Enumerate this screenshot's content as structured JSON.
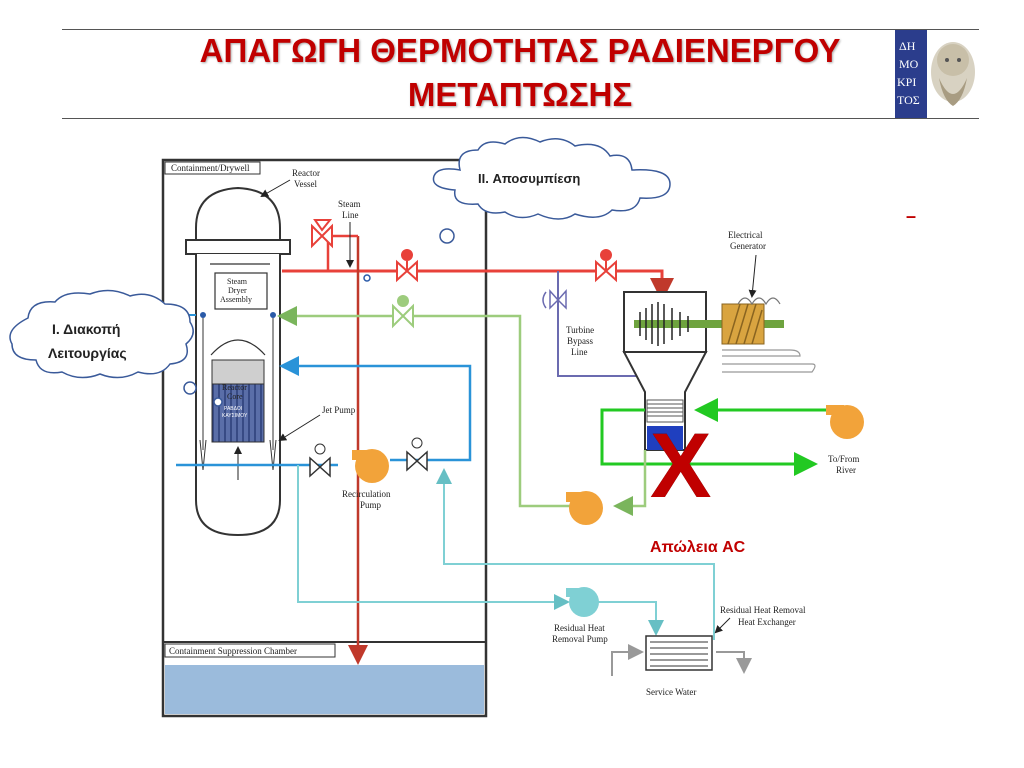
{
  "slide": {
    "title_line1": "ΑΠΑΓΩΓΗ ΘΕΡΜΟΤΗΤΑΣ ΡΑΔΙΕΝΕΡΓΟΥ",
    "title_line2": "ΜΕΤΑΠΤΩΣΗΣ",
    "dash": "–",
    "logo_text": [
      "ΔΗ",
      "ΜΟ",
      "ΚΡΙ",
      "ΤΟΣ"
    ]
  },
  "callouts": {
    "depressurization": "II. Αποσυμπίεση",
    "shutdown_line1": "Ι. Διακοπή",
    "shutdown_line2": "Λειτουργίας",
    "ac_loss": "Απώλεια  AC",
    "x_mark": "X"
  },
  "diagram": {
    "containment": "Containment/Drywell",
    "reactor_vessel": [
      "Reactor",
      "Vessel"
    ],
    "steam_line": [
      "Steam",
      "Line"
    ],
    "steam_dryer": [
      "Steam",
      "Dryer",
      "Assembly"
    ],
    "reactor_core": [
      "Reactor",
      "Core"
    ],
    "fuel_tag": [
      "ΡΑΒΔΟΙ",
      "ΚΑΥΣΙΜΟΥ"
    ],
    "jet_pump": "Jet Pump",
    "recirc_pump": [
      "Recirculation",
      "Pump"
    ],
    "turbine_bypass": [
      "Turbine",
      "Bypass",
      "Line"
    ],
    "electrical_generator": [
      "Electrical",
      "Generator"
    ],
    "to_from_river": [
      "To/From",
      "River"
    ],
    "rhr_pump": [
      "Residual Heat",
      "Removal Pump"
    ],
    "rhr_hx": [
      "Residual Heat Removal",
      "Heat Exchanger"
    ],
    "service_water": "Service Water",
    "suppression_chamber": "Containment Suppression Chamber"
  },
  "colors": {
    "title": "#c00000",
    "steam": "#e8413a",
    "feedwater": "#9dcc7d",
    "recirc": "#2a93d8",
    "rhr": "#7fd0d4",
    "bypass": "#6b6bb0",
    "cooling": "#22c922",
    "pump": "#f2a33a",
    "water": "#9bbbdc"
  }
}
